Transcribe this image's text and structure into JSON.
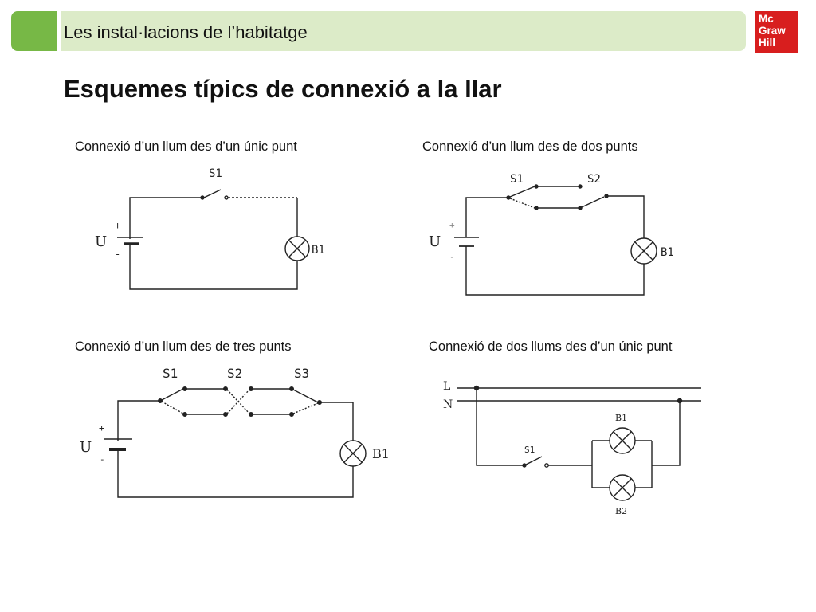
{
  "header": {
    "title": "Les instal·lacions de l’habitatge"
  },
  "logo": {
    "lines": [
      "Mc",
      "Graw",
      "Hill"
    ]
  },
  "page_title": "Esquemes típics de connexió a la llar",
  "diagrams": [
    {
      "caption": "Connexió d’un llum des d’un únic punt",
      "source_label": "U",
      "plus": "+",
      "minus": "-",
      "switches": [
        "S1"
      ],
      "lamps": [
        "B1"
      ]
    },
    {
      "caption": "Connexió d’un llum des de dos punts",
      "source_label": "U",
      "plus": "+",
      "minus": "-",
      "switches": [
        "S1",
        "S2"
      ],
      "lamps": [
        "B1"
      ]
    },
    {
      "caption": "Connexió d’un llum des de tres punts",
      "source_label": "U",
      "plus": "+",
      "minus": "-",
      "switches": [
        "S1",
        "S2",
        "S3"
      ],
      "lamps": [
        "B1"
      ]
    },
    {
      "caption": "Connexió de dos llums des d’un únic punt",
      "lines": [
        "L",
        "N"
      ],
      "switches": [
        "S1"
      ],
      "lamps": [
        "B1",
        "B2"
      ]
    }
  ]
}
